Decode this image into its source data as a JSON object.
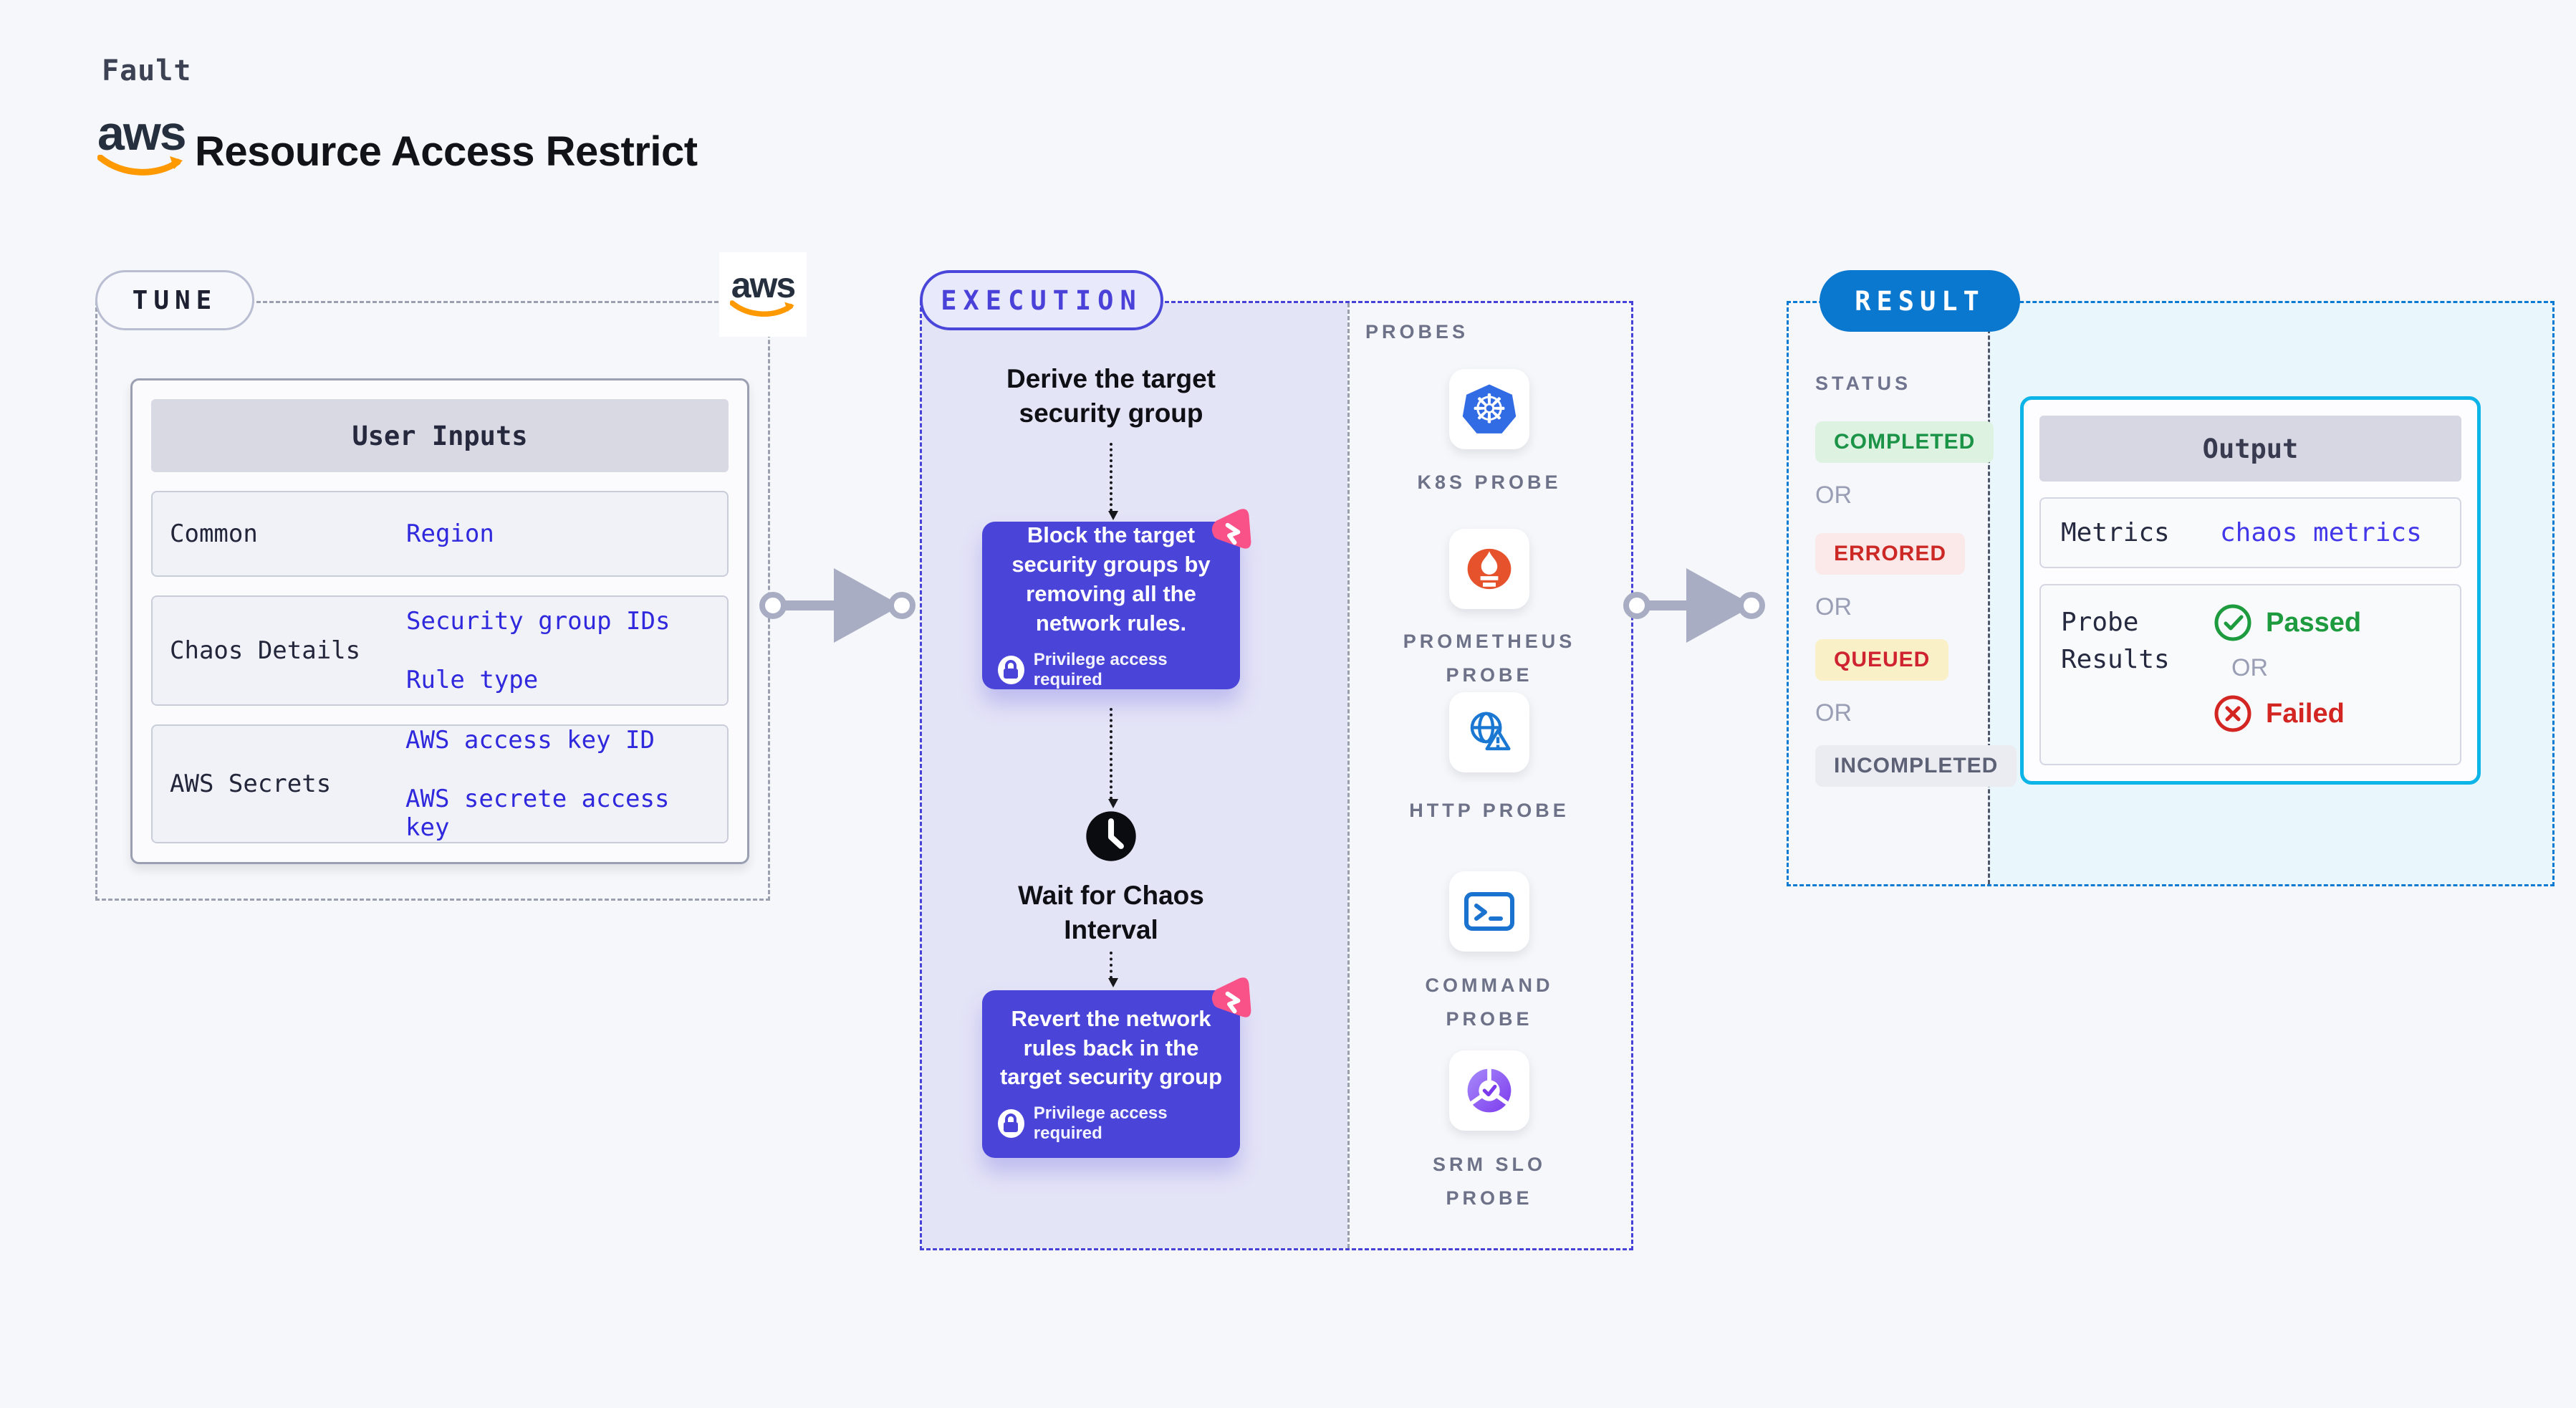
{
  "header": {
    "eyebrow": "Fault",
    "aws_word": "aws",
    "title": "Resource Access Restrict"
  },
  "tune": {
    "pill_label": "TUNE",
    "table": {
      "header": "User Inputs",
      "rows": [
        {
          "label": "Common",
          "values": [
            "Region"
          ]
        },
        {
          "label": "Chaos Details",
          "values": [
            "Security group IDs",
            "Rule type"
          ]
        },
        {
          "label": "AWS Secrets",
          "values": [
            "AWS access key ID",
            "AWS secrete access key"
          ]
        }
      ]
    }
  },
  "execution": {
    "pill_label": "EXECUTION",
    "derive_step": "Derive the target\nsecurity group",
    "block_action": "Block the target\nsecurity groups by\nremoving all the\nnetwork rules.",
    "wait_step": "Wait for Chaos\nInterval",
    "revert_action": "Revert the network\nrules back in the\ntarget security group",
    "privilege_label": "Privilege access required"
  },
  "probes": {
    "heading": "PROBES",
    "items": [
      {
        "label": "K8S PROBE",
        "icon": "kubernetes-icon"
      },
      {
        "label": "PROMETHEUS\nPROBE",
        "icon": "prometheus-icon"
      },
      {
        "label": "HTTP PROBE",
        "icon": "http-globe-icon"
      },
      {
        "label": "COMMAND\nPROBE",
        "icon": "terminal-icon"
      },
      {
        "label": "SRM SLO\nPROBE",
        "icon": "srm-slo-icon"
      }
    ]
  },
  "result": {
    "pill_label": "RESULT",
    "status_heading": "STATUS",
    "or_label": "OR",
    "badges": [
      "COMPLETED",
      "ERRORED",
      "QUEUED",
      "INCOMPLETED"
    ],
    "output": {
      "header": "Output",
      "metrics_label": "Metrics",
      "metrics_value": "chaos metrics",
      "probe_results_label": "Probe\nResults",
      "passed_label": "Passed",
      "or_label": "OR",
      "failed_label": "Failed"
    }
  },
  "colors": {
    "page_bg": "#f5f7fa",
    "indigo_accent": "#4b44d9",
    "lavender_bg": "#e4e4f7",
    "result_blue": "#0b78d0",
    "result_cyan_bg": "#e9f7fd",
    "output_border": "#0db4e8",
    "value_blue": "#2f28dd",
    "success_green": "#1d9b3e",
    "error_red": "#d32521",
    "queued_yellow_bg": "#faf0c7",
    "pink_chaos": "#f85289",
    "aws_orange": "#ff9900"
  }
}
